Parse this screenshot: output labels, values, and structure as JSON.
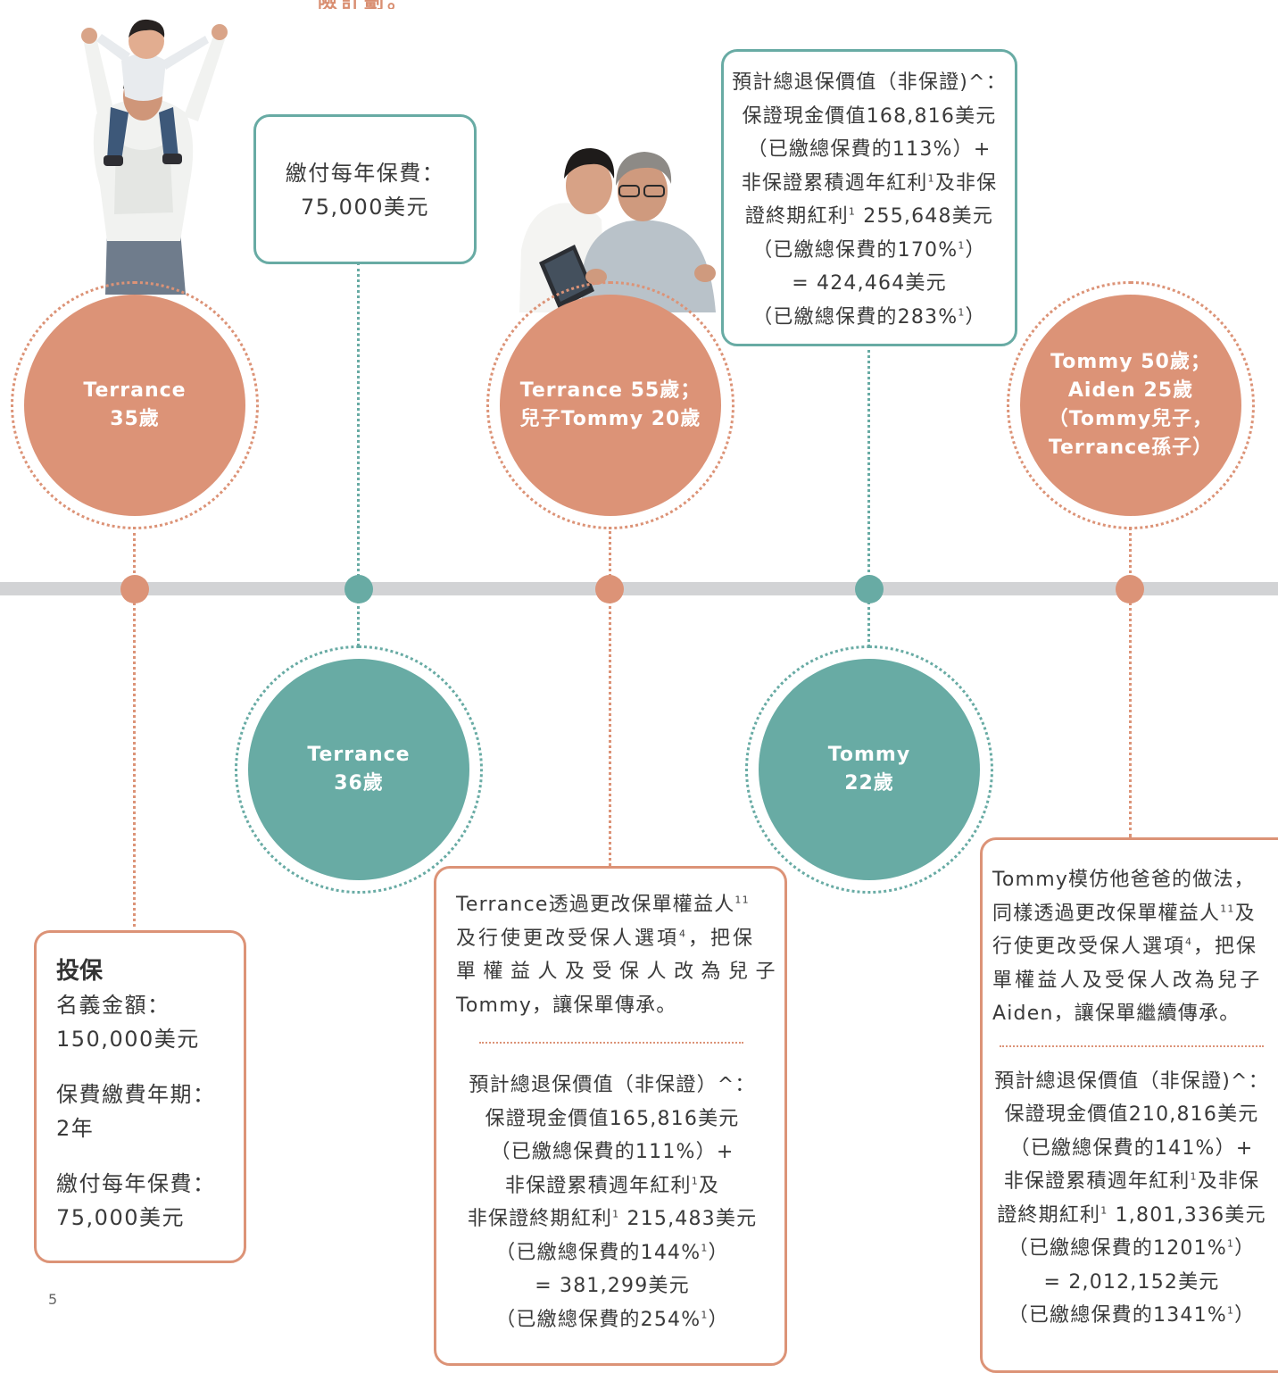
{
  "header": {
    "cut_title": "險計劃。"
  },
  "page_number": "5",
  "colors": {
    "orange": "#dc9377",
    "teal": "#68aba4",
    "timeline": "#d2d3d5"
  },
  "circles": {
    "c1": [
      "Terrance",
      "35歲"
    ],
    "c2": [
      "Terrance",
      "36歲"
    ],
    "c3": [
      "Terrance 55歲；",
      "兒子Tommy 20歲"
    ],
    "c4": [
      "Tommy",
      "22歲"
    ],
    "c5": [
      "Tommy 50歲；",
      "Aiden 25歲",
      "（Tommy兒子，",
      "Terrance孫子）"
    ]
  },
  "box_premium": {
    "lines": [
      "繳付每年保費：",
      "75,000美元"
    ]
  },
  "box_start": {
    "heading": "投保",
    "sum_label": "名義金額：",
    "sum_value": "150,000美元",
    "term_label": "保費繳費年期：",
    "term_value": "2年",
    "prem_label": "繳付每年保費：",
    "prem_value": "75,000美元"
  },
  "box_age55": {
    "desc": {
      "l1a": "Terrance透過更改保單權益人",
      "l1b": "11",
      "l2a": "及行使更改受保人選項",
      "l2b": "4",
      "l2c": "，把保",
      "l3": "單權益人及受保人改為兒子",
      "l4": "Tommy，讓保單傳承。"
    },
    "values": {
      "l1": "預計總退保價值（非保證）^：",
      "l2": "保證現金價值165,816美元",
      "l3": "（已繳總保費的111%）+",
      "l4a": "非保證累積週年紅利",
      "l4b": "1",
      "l4c": "及",
      "l5a": "非保證終期紅利",
      "l5b": "1",
      "l5c": " 215,483美元",
      "l6a": "（已繳總保費的144%",
      "l6b": "1",
      "l6c": "）",
      "l7": "= 381,299美元",
      "l8a": "（已繳總保費的254%",
      "l8b": "1",
      "l8c": "）"
    }
  },
  "box_age22": {
    "l1": "預計總退保價值（非保證)^：",
    "l2": "保證現金價值168,816美元",
    "l3": "（已繳總保費的113%）+",
    "l4a": "非保證累積週年紅利",
    "l4b": "1",
    "l4c": "及非保",
    "l5a": "證終期紅利",
    "l5b": "1",
    "l5c": " 255,648美元",
    "l6a": "（已繳總保費的170%",
    "l6b": "1",
    "l6c": "）",
    "l7": "= 424,464美元",
    "l8a": "（已繳總保費的283%",
    "l8b": "1",
    "l8c": "）"
  },
  "box_age50": {
    "desc": {
      "l1": "Tommy模仿他爸爸的做法，",
      "l2a": "同樣透過更改保單權益人",
      "l2b": "11",
      "l2c": "及",
      "l3a": "行使更改受保人選項",
      "l3b": "4",
      "l3c": "，把保",
      "l4": "單權益人及受保人改為兒子",
      "l5": "Aiden，讓保單繼續傳承。"
    },
    "values": {
      "l1": "預計總退保價值（非保證)^：",
      "l2": "保證現金價值210,816美元",
      "l3": "（已繳總保費的141%）+",
      "l4a": "非保證累積週年紅利",
      "l4b": "1",
      "l4c": "及非保",
      "l5a": "證終期紅利",
      "l5b": "1",
      "l5c": " 1,801,336美元",
      "l6a": "（已繳總保費的1201%",
      "l6b": "1",
      "l6c": "）",
      "l7": "= 2,012,152美元",
      "l8a": "（已繳總保費的1341%",
      "l8b": "1",
      "l8c": "）"
    }
  }
}
